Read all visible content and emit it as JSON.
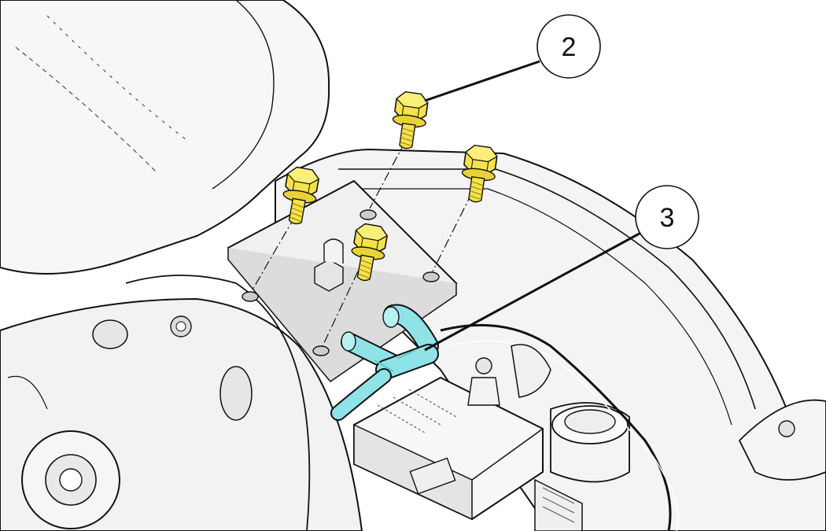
{
  "callouts": [
    {
      "id": "2",
      "label": "2",
      "target": "fastener-bolt"
    },
    {
      "id": "3",
      "label": "3",
      "target": "coolant-hose-tee"
    }
  ],
  "colors": {
    "background": "#ffffff",
    "line": "#111111",
    "bolt_fill": "#f5e24a",
    "bolt_shade": "#d8c22c",
    "hose_fill": "#8fe3e6",
    "hose_shade": "#5cc6cb",
    "part_fill": "#f7f7f7",
    "part_shade": "#e2e2e2"
  },
  "icons": {
    "bolt": "hex-flange-bolt-icon",
    "hose": "tee-hose-icon"
  }
}
